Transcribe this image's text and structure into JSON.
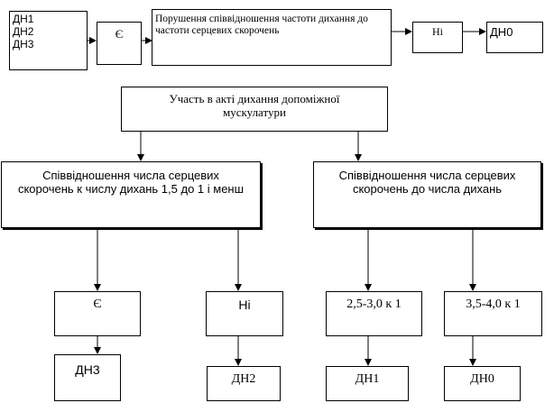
{
  "diagram": {
    "nodes": {
      "dn_list": {
        "lines": [
          "ДН1",
          "ДН2",
          "ДН3"
        ]
      },
      "yes_top": {
        "text": "Є"
      },
      "disorder": {
        "text": "Порушення співвідношення частоти дихання до частоти серцевих скорочень"
      },
      "no_top": {
        "text": "Ні"
      },
      "dn0_top": {
        "text": "ДН0"
      },
      "accessory": {
        "text": "Участь в акті дихання допоміжної мускулатури"
      },
      "ratio_left": {
        "text": "Співвідношення числа серцевих скорочень к числу дихань 1,5 до 1 і менш"
      },
      "ratio_right": {
        "text": "Співвідношення числа серцевих скорочень до числа дихань"
      },
      "yes_bottom": {
        "text": "Є"
      },
      "no_bottom": {
        "text": "Ні"
      },
      "range_1": {
        "text": "2,5-3,0 к 1"
      },
      "range_2": {
        "text": "3,5-4,0 к 1"
      },
      "dn3": {
        "text": "ДН3"
      },
      "dn2": {
        "text": "ДН2"
      },
      "dn1": {
        "text": "ДН1"
      },
      "dn0_bottom": {
        "text": "ДН0"
      }
    }
  }
}
